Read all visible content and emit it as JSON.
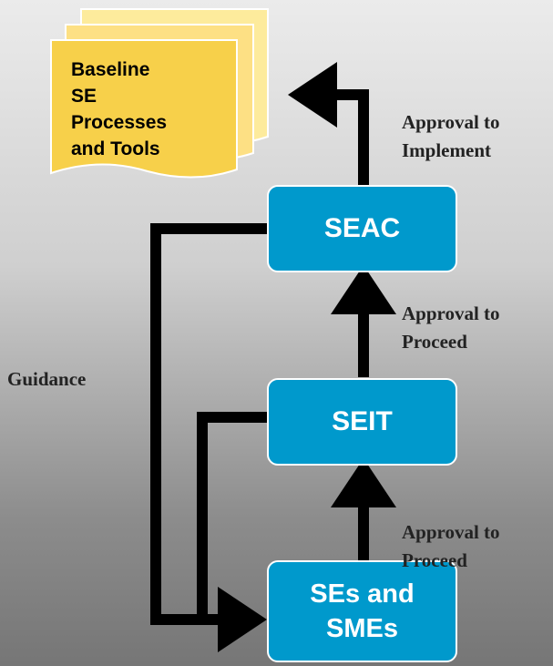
{
  "document": {
    "lines": [
      "Baseline",
      "SE",
      "Processes",
      "and Tools"
    ]
  },
  "boxes": {
    "seac": [
      "SEAC"
    ],
    "seit": [
      "SEIT"
    ],
    "ses": [
      "SEs and",
      "SMEs"
    ]
  },
  "labels": {
    "approval_implement": [
      "Approval to",
      "Implement"
    ],
    "approval_proceed_upper": [
      "Approval to",
      "Proceed"
    ],
    "approval_proceed_lower": [
      "Approval to",
      "Proceed"
    ],
    "guidance": "Guidance"
  },
  "colors": {
    "box_fill": "#0099cc",
    "box_border": "#ffffff",
    "document_fill": "#f7d04a",
    "document_shadow": "#fdeb9c",
    "arrow": "#000000"
  }
}
